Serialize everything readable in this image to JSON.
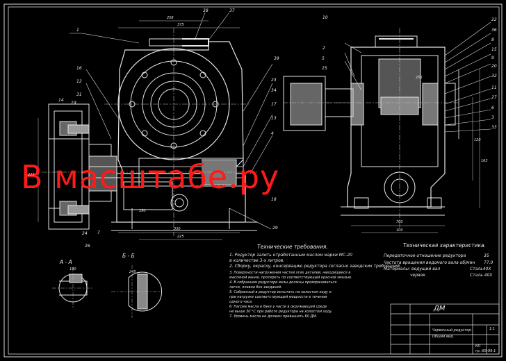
{
  "watermark": "В масштабе.ру",
  "tech_requirements": {
    "title": "Технические требования.",
    "items": [
      "1. Редуктор залить отработанным маслом марки МС-20",
      "в количестве 3-х литров.",
      "2. Сборку, окраску, консервацию редуктора согласно заводских требований.",
      "3. Поверхности нагружения частей этих деталей, находящиеся в",
      "масляной ванне, протереть по соответствующей красной эмалью.",
      "4. В собранном редукторе валы должны проворачиваться",
      "легко, плавно без заеданий.",
      "5. Собранный в редуктор испытать на холостом ходу и",
      "при нагрузке соответствующей мощности в течении",
      "одного часа.",
      "6. Нагрев масла в баке у части в окружающей среде",
      "не выше 30 °С при работе редуктора на холостом ходу.",
      "7. Уровень масла не должен превышать 60 ДМ."
    ]
  },
  "tech_specs": {
    "title": "Техническая характеристика.",
    "rows": [
      {
        "label": "Передаточное отношение редуктора",
        "value": "35"
      },
      {
        "label": "Частота вращения ведомого вала об/мин",
        "value": "77.0"
      },
      {
        "label": "Материалы: ведущий вал",
        "value": "Сталь40Х"
      },
      {
        "label": "червяк",
        "value": "Сталь 40Х"
      }
    ]
  },
  "sections": {
    "a": "А - А",
    "b": "Б - Б"
  },
  "title_block": {
    "code": "ДМ",
    "name_line1": "Червячный редуктор.",
    "name_line2": "Общий вид.",
    "scale": "1:1",
    "sheet": "КП",
    "group": "гр. ИЭ-99-1"
  },
  "part_labels": [
    "1",
    "38",
    "37",
    "16",
    "12",
    "31",
    "14",
    "19",
    "39",
    "5",
    "25",
    "17",
    "13",
    "4",
    "24",
    "26",
    "7",
    "29",
    "10",
    "2",
    "22",
    "36",
    "8",
    "15",
    "20",
    "32",
    "11",
    "27",
    "6",
    "3",
    "33",
    "23",
    "34",
    "9",
    "18"
  ],
  "dimensions": [
    "375",
    "258",
    "330",
    "225",
    "150",
    "700",
    "100",
    "120",
    "163",
    "225",
    "190",
    "245",
    "255"
  ]
}
